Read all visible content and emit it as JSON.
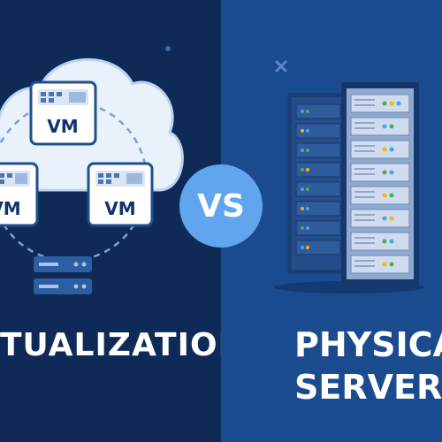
{
  "left_panel": {
    "caption": "TUALIZATION",
    "vm_labels": [
      "VM",
      "VM",
      "VM"
    ],
    "background_color": "#0f2a57",
    "icons": [
      "cloud-icon",
      "virtual-machine-icon",
      "server-stack-icon"
    ]
  },
  "vs_badge": {
    "label": "VS",
    "color": "#60a5ee"
  },
  "right_panel": {
    "caption_line1": "PHYSICA",
    "caption_line2": "SERVER",
    "background_color": "#1b4b8f",
    "icons": [
      "server-rack-icon"
    ]
  }
}
